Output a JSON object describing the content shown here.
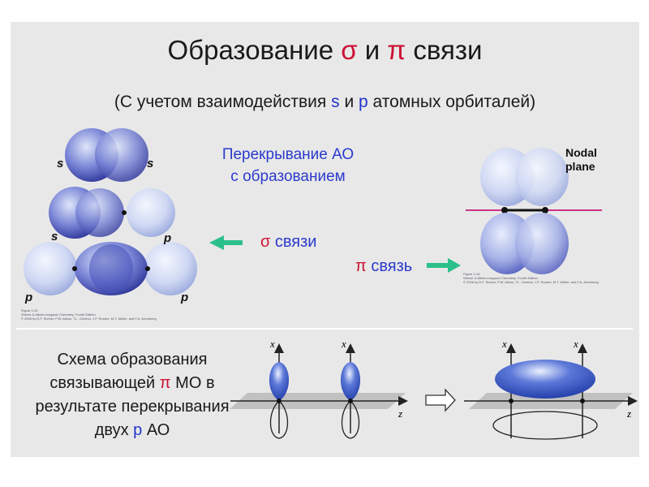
{
  "title": {
    "prefix": "Образование ",
    "sigma": "σ",
    "middle": " и ",
    "pi": "π",
    "suffix": " связи"
  },
  "subtitle": {
    "prefix": "(С учетом взаимодействия ",
    "s": "s",
    "middle": " и ",
    "p": "p",
    "suffix": " атомных орбиталей)"
  },
  "overlap_text": {
    "line1": "Перекрывание АО",
    "line2": "с образованием"
  },
  "sigma_bond": {
    "symbol": "σ",
    "text": " связи"
  },
  "pi_bond": {
    "symbol": "π",
    "text": " связь"
  },
  "orbital_labels": {
    "ss_left": "s",
    "ss_right": "s",
    "sp_left": "s",
    "sp_right": "p",
    "pp_left": "p",
    "pp_right": "p"
  },
  "nodal_plane": {
    "line1": "Nodal",
    "line2": "plane"
  },
  "scheme_text": {
    "line1": "Схема образования",
    "line2_prefix": "связывающей ",
    "line2_pi": "π",
    "line2_suffix": " МО в",
    "line3": "результате перекрывания",
    "line4_prefix": "двух ",
    "line4_p": "p",
    "line4_suffix": " АО"
  },
  "axes": {
    "x": "x",
    "z": "z"
  },
  "figure_credit_left": {
    "line1": "Figure 2-15",
    "line2": "Shriver & Atkins Inorganic Chemistry, Fourth Edition",
    "line3": "© 2006 by D.F. Shriver, P.W. Atkins, T.L. Overton, J.P. Rourke, M.T. Weller, and F.A. Armstrong"
  },
  "figure_credit_right": {
    "line1": "Figure 2-16",
    "line2": "Shriver & Atkins Inorganic Chemistry, Fourth Edition",
    "line3": "© 2006 by D.F. Shriver, P.W. Atkins, T.L. Overton, J.P. Rourke, M.T. Weller, and F.A. Armstrong"
  },
  "colors": {
    "orbital_dark": "#3a43b0",
    "orbital_light": "#c9d3f0",
    "arrow_green": "#2bbf8a",
    "nodal_line": "#cc3388",
    "sigma_red": "#cc1133",
    "text_blue": "#2a3acc"
  }
}
